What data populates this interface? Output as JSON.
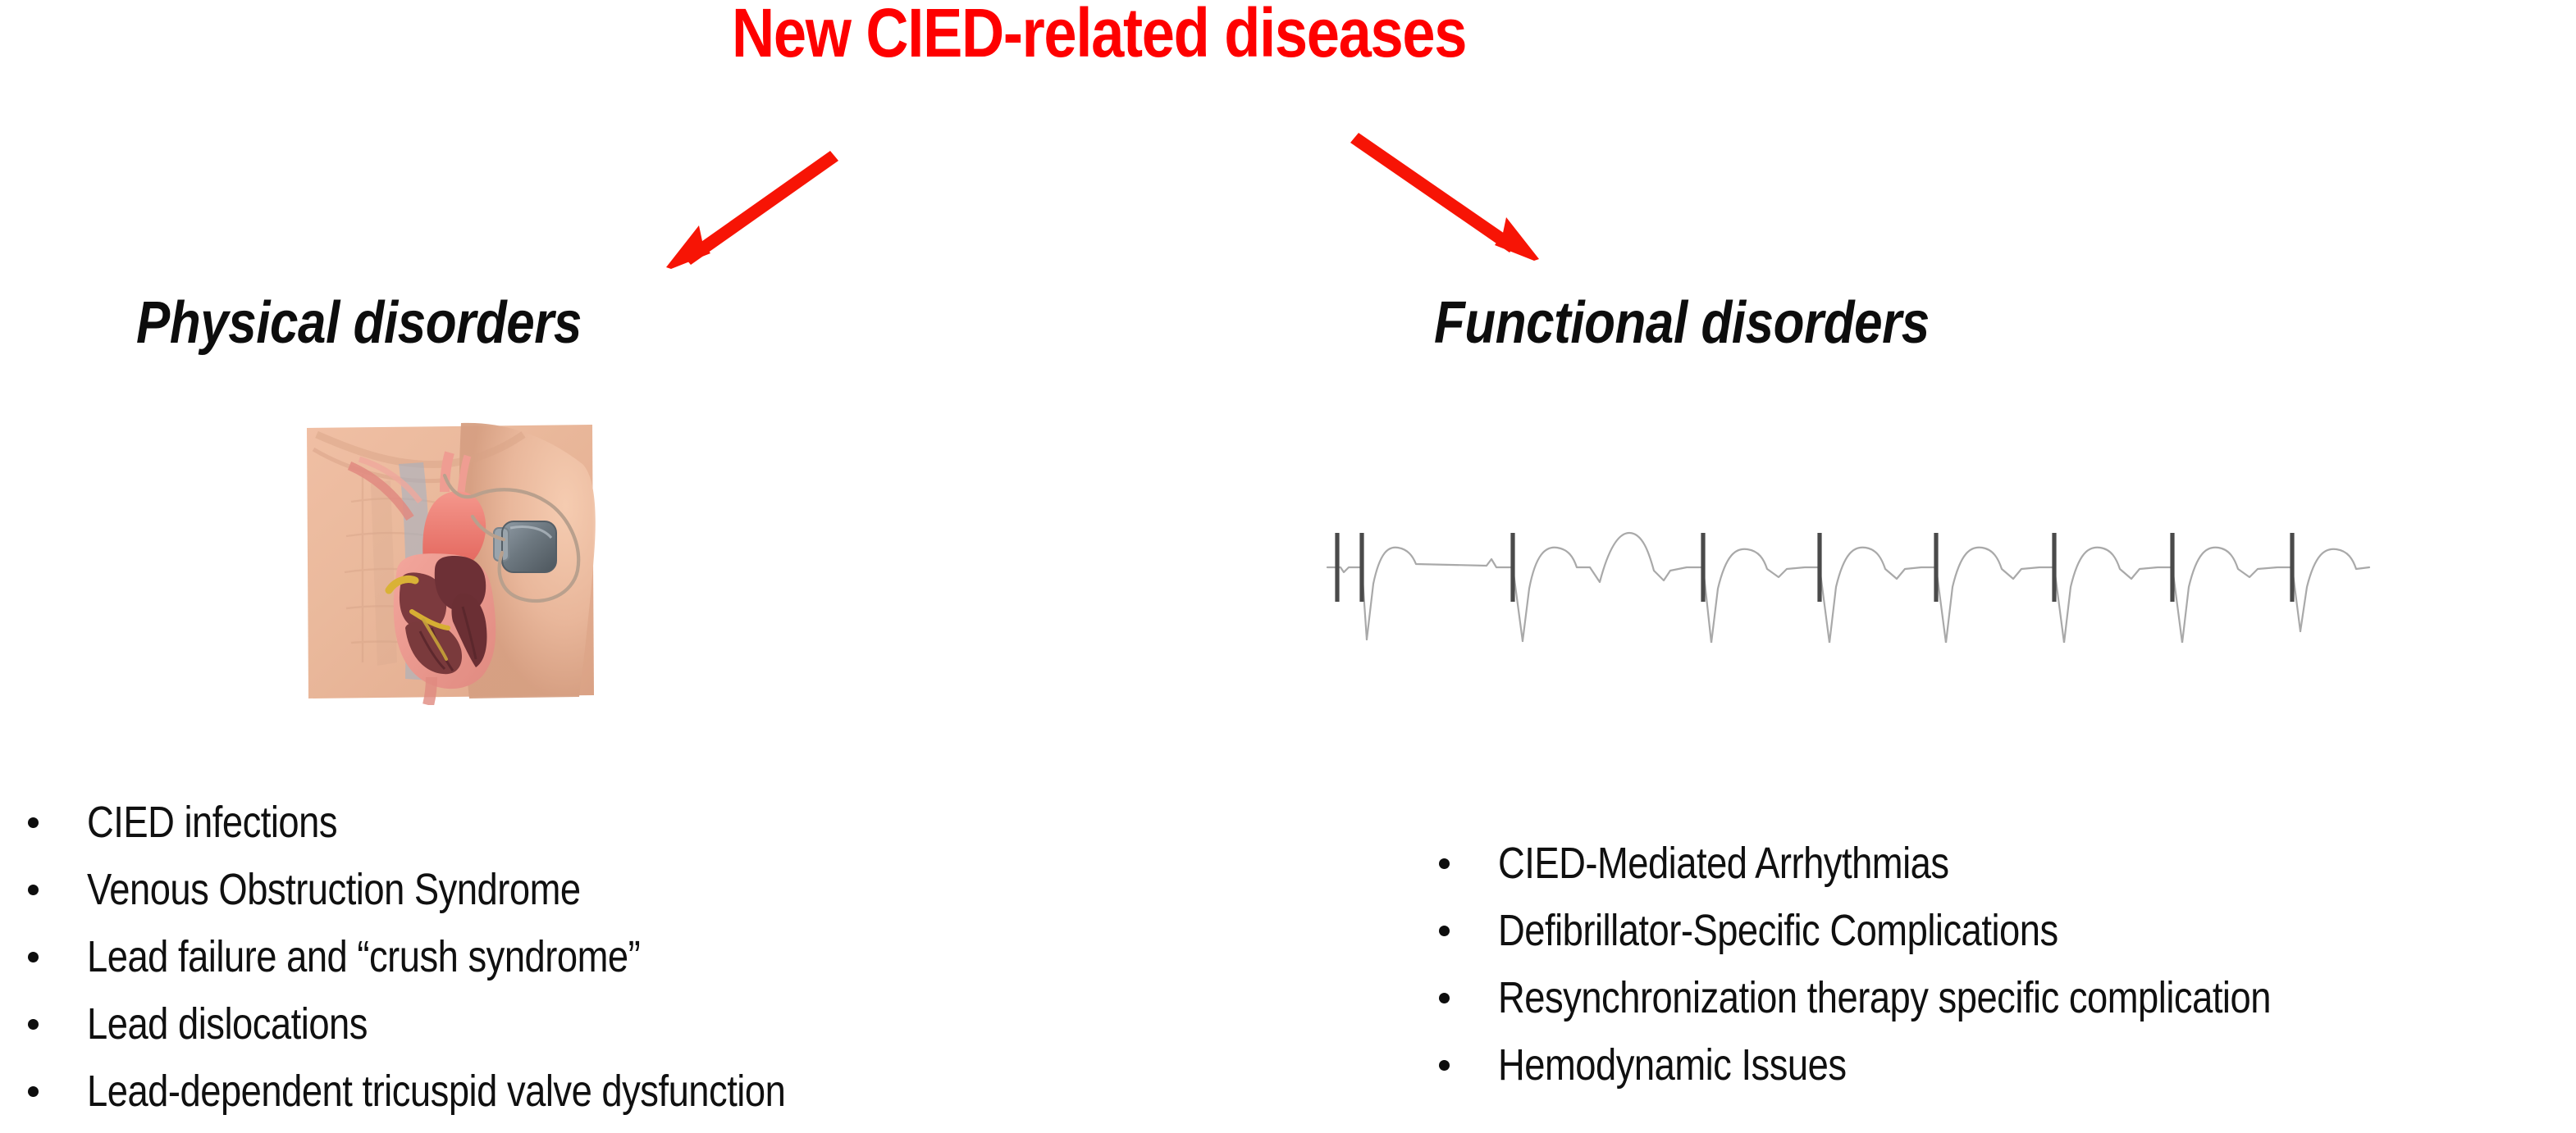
{
  "slide": {
    "title": "New CIED-related diseases",
    "background_color": "#ffffff",
    "title_color": "#fe0000",
    "heading_color": "#0d0d0d",
    "body_text_color": "#101010",
    "arrow_color": "#f71405"
  },
  "columns": {
    "left": {
      "heading": "Physical disorders",
      "figure_caption": "heart-with-pacemaker-illustration",
      "bullets": [
        "CIED infections",
        "Venous Obstruction Syndrome",
        "Lead failure and “crush syndrome”",
        "Lead dislocations",
        "Lead-dependent tricuspid valve dysfunction"
      ]
    },
    "right": {
      "heading": "Functional disorders",
      "figure_caption": "paced-ecg-rhythm-strip",
      "bullets": [
        "CIED-Mediated Arrhythmias",
        "Defibrillator-Specific Complications",
        "Resynchronization therapy specific complication",
        "Hemodynamic Issues"
      ]
    }
  },
  "arrows": [
    {
      "name": "arrow-to-physical-disorders",
      "direction": "down-left"
    },
    {
      "name": "arrow-to-functional-disorders",
      "direction": "down-right"
    }
  ]
}
